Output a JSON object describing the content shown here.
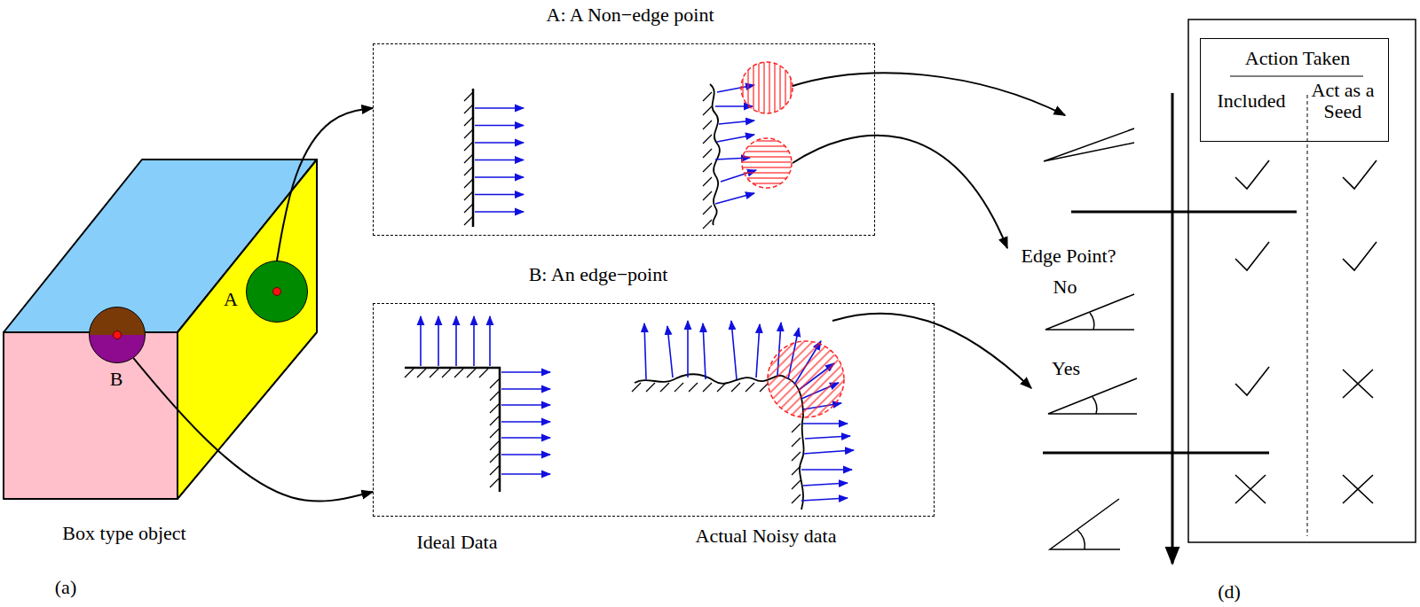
{
  "diagram": {
    "nodes": [
      {
        "text": [
          "A"
        ]
      },
      {
        "text": [
          "B"
        ]
      },
      {
        "text": [
          "A: A Non−edge point"
        ]
      },
      {
        "text": [
          "B: An edge−point"
        ]
      },
      {
        "text": [
          "Action Taken",
          "Included",
          "Act as a Seed"
        ]
      }
    ],
    "edges": [
      {
        "from": 0,
        "to": 2,
        "arrow": "to"
      },
      {
        "from": 1,
        "to": 3,
        "arrow": "to"
      }
    ],
    "labels": [
      "Box type object",
      "(a)",
      "Ideal Data",
      "Actual Noisy data",
      "Edge Point?",
      "No",
      "Yes",
      "(d)"
    ]
  }
}
